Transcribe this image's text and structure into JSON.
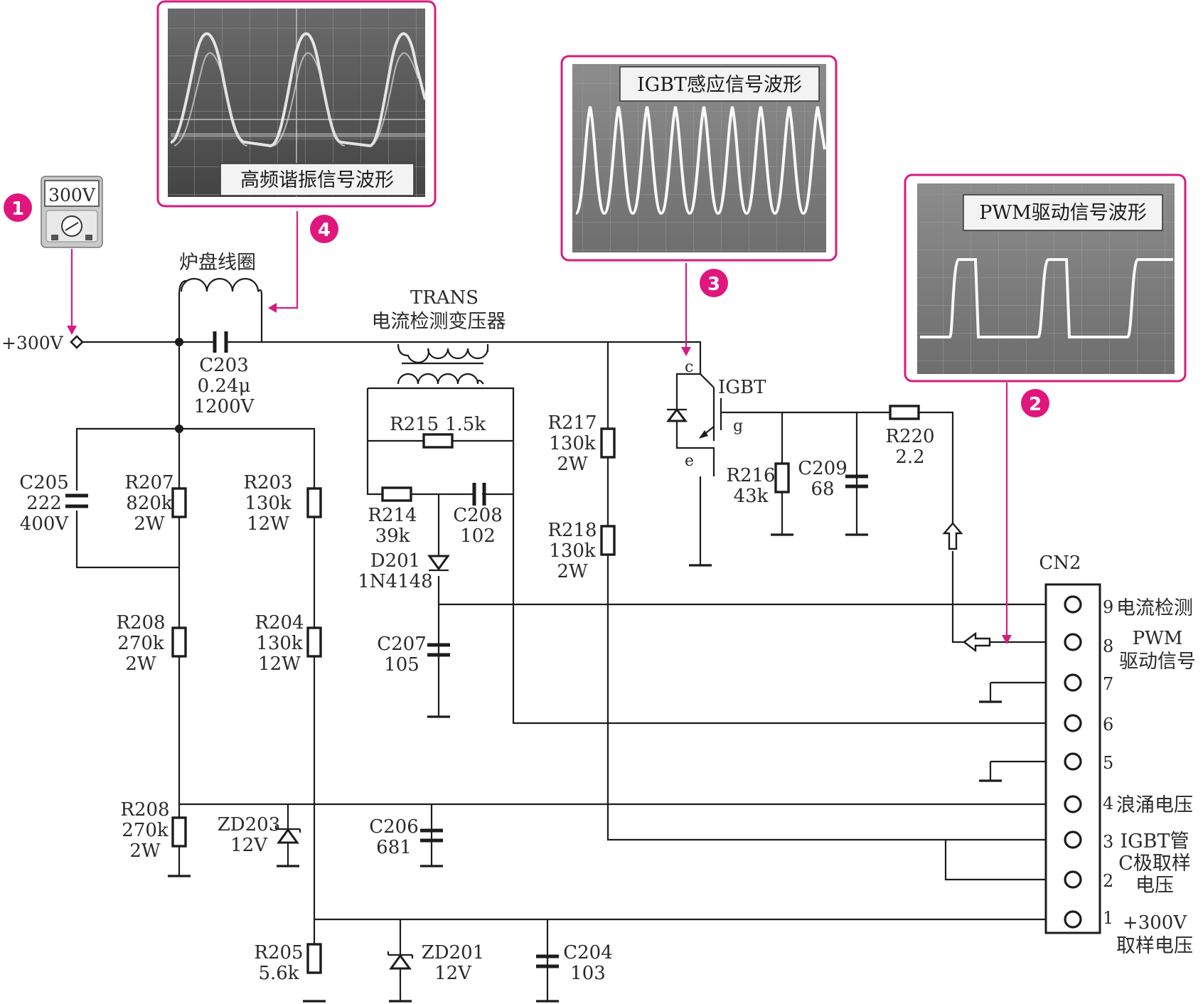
{
  "meter": {
    "reading": "300V"
  },
  "badges": [
    "1",
    "2",
    "3",
    "4"
  ],
  "scopes": {
    "resonance": {
      "caption": "高频谐振信号波形"
    },
    "igbt_sense": {
      "caption": "IGBT感应信号波形"
    },
    "pwm": {
      "caption": "PWM驱动信号波形"
    }
  },
  "labels": {
    "supply": "+300V",
    "coil": "炉盘线圈",
    "trans_name": "TRANS",
    "trans_desc": "电流检测变压器",
    "igbt": "IGBT",
    "pin_c": "c",
    "pin_g": "g",
    "pin_e": "e",
    "connector": "CN2"
  },
  "components": {
    "C203": [
      "C203",
      "0.24μ",
      "1200V"
    ],
    "C205": [
      "C205",
      "222",
      "400V"
    ],
    "R207": [
      "R207",
      "820k",
      "2W"
    ],
    "R203": [
      "R203",
      "130k",
      "12W"
    ],
    "R208a": [
      "R208",
      "270k",
      "2W"
    ],
    "R204": [
      "R204",
      "130k",
      "12W"
    ],
    "R208b": [
      "R208",
      "270k",
      "2W"
    ],
    "ZD203": [
      "ZD203",
      "12V"
    ],
    "R205": [
      "R205",
      "5.6k"
    ],
    "ZD201": [
      "ZD201",
      "12V"
    ],
    "C204": [
      "C204",
      "103"
    ],
    "C206": [
      "C206",
      "681"
    ],
    "R215": [
      "R215",
      "1.5k"
    ],
    "R214": [
      "R214",
      "39k"
    ],
    "C208": [
      "C208",
      "102"
    ],
    "D201": [
      "D201",
      "1N4148"
    ],
    "C207": [
      "C207",
      "105"
    ],
    "R217": [
      "R217",
      "130k",
      "2W"
    ],
    "R218": [
      "R218",
      "130k",
      "2W"
    ],
    "R216": [
      "R216",
      "43k"
    ],
    "C209": [
      "C209",
      "68"
    ],
    "R220": [
      "R220",
      "2.2"
    ]
  },
  "cn2": {
    "pin_numbers": [
      "9",
      "8",
      "7",
      "6",
      "5",
      "4",
      "3",
      "2",
      "1"
    ],
    "pin9": "电流检测",
    "pin8": [
      "PWM",
      "驱动信号"
    ],
    "pin4": "浪涌电压",
    "pin32": [
      "IGBT管",
      "C极取样",
      "电压"
    ],
    "pin1": [
      "+300V",
      "取样电压"
    ]
  }
}
